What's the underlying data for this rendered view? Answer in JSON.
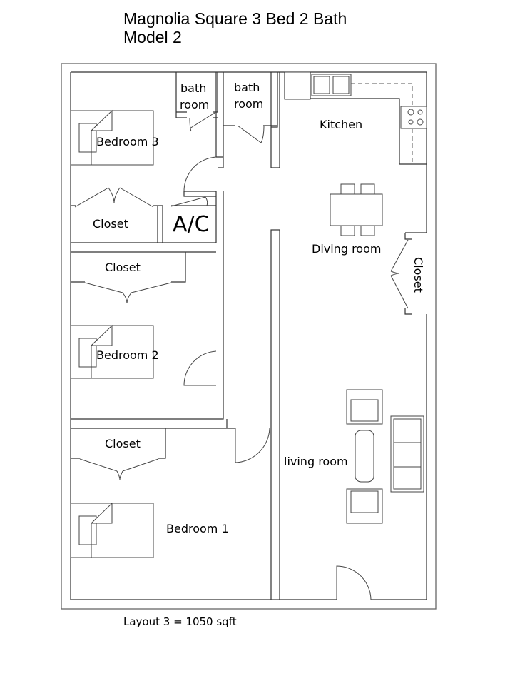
{
  "title": {
    "line1": "Magnolia Square 3 Bed 2 Bath",
    "line2": "Model 2"
  },
  "rooms": {
    "bath1": {
      "line1": "bath",
      "line2": "room"
    },
    "bath2": {
      "line1": "bath",
      "line2": "room"
    },
    "bedroom3": "Bedroom 3",
    "closet_bed3": "Closet",
    "ac": "A/C",
    "kitchen": "Kitchen",
    "dining": "Diving room",
    "closet_dining": "Closet",
    "closet_bed2": "Closet",
    "bedroom2": "Bedroom 2",
    "closet_bed1": "Closet",
    "bedroom1": "Bedroom 1",
    "living": "living room"
  },
  "footer": "Layout 3 = 1050 sqft"
}
